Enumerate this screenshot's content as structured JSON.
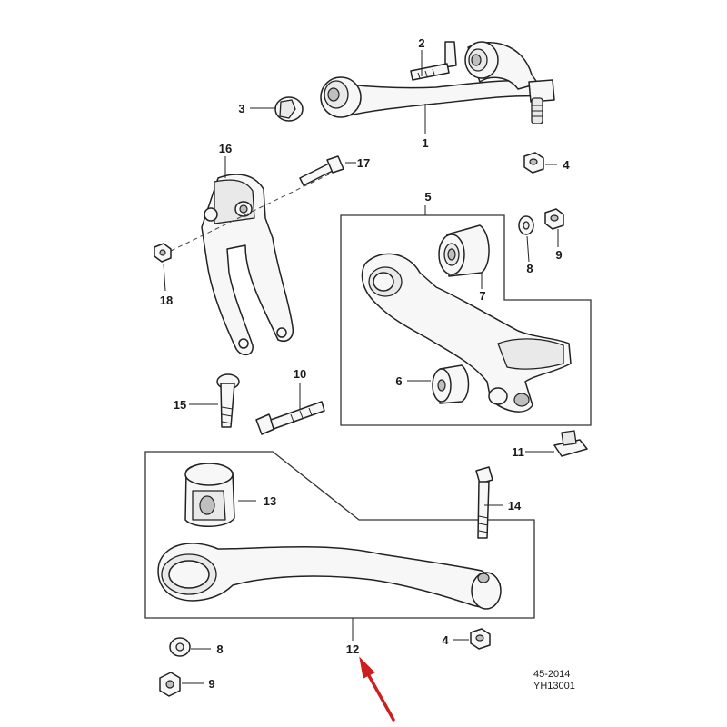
{
  "labels": {
    "p1": "1",
    "p2": "2",
    "p3": "3",
    "p4a": "4",
    "p4b": "4",
    "p5": "5",
    "p6": "6",
    "p7": "7",
    "p8a": "8",
    "p8b": "8",
    "p9a": "9",
    "p9b": "9",
    "p10": "10",
    "p11": "11",
    "p12": "12",
    "p13": "13",
    "p14": "14",
    "p15": "15",
    "p16": "16",
    "p17": "17",
    "p18": "18"
  },
  "reference": {
    "line1": "45-2014",
    "line2": "YH13001"
  },
  "colors": {
    "arrow": "#cc1f1f",
    "line": "#222222",
    "fill": "#f7f7f7"
  }
}
